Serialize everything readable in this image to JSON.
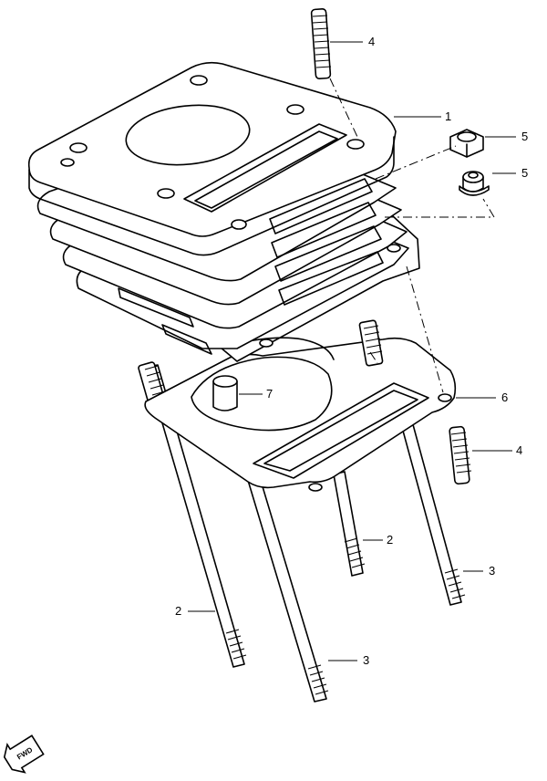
{
  "callouts": {
    "c1": "1",
    "c2a": "2",
    "c2b": "2",
    "c3a": "3",
    "c3b": "3",
    "c4a": "4",
    "c4b": "4",
    "c5a": "5",
    "c5b": "5",
    "c6": "6",
    "c7": "7"
  },
  "fwd_badge": "FWD"
}
